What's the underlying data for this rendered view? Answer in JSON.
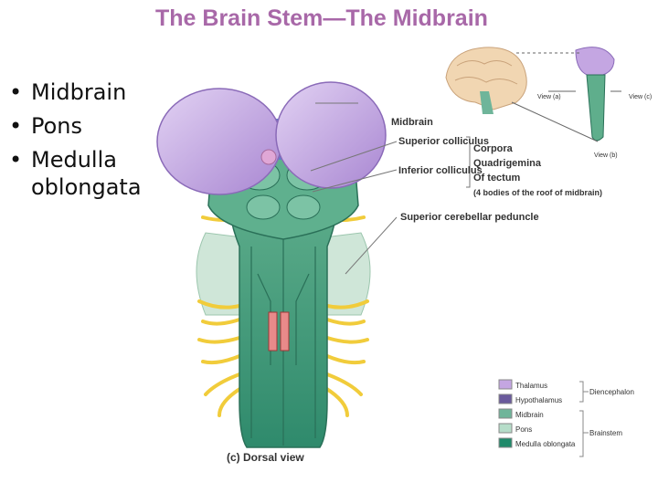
{
  "slide": {
    "title": "The Brain Stem—The Midbrain",
    "bullets": [
      "Midbrain",
      "Pons",
      "Medulla oblongata"
    ]
  },
  "diagram": {
    "caption": "(c) Dorsal view",
    "labels": {
      "midbrain": "Midbrain",
      "superior_colliculus": "Superior colliculus",
      "inferior_colliculus": "Inferior colliculus",
      "corpora": "Corpora",
      "quadrigemina": "Quadrigemina",
      "of_tectum": "Of tectum",
      "roof_note": "(4 bodies of the roof of midbrain)",
      "superior_cerebellar_peduncle": "Superior cerebellar peduncle"
    },
    "inset_views": {
      "view_a": "View (a)",
      "view_b": "View (b)",
      "view_c": "View (c)"
    },
    "legend": {
      "items": [
        {
          "label": "Thalamus",
          "color": "#c4a6e2"
        },
        {
          "label": "Hypothalamus",
          "color": "#6a5a9c"
        },
        {
          "label": "Midbrain",
          "color": "#6fb59a"
        },
        {
          "label": "Pons",
          "color": "#b6ddc9"
        },
        {
          "label": "Medulla oblongata",
          "color": "#1f8a6a"
        }
      ],
      "groups": {
        "diencephalon": "Diencephalon",
        "brainstem": "Brainstem"
      }
    }
  }
}
